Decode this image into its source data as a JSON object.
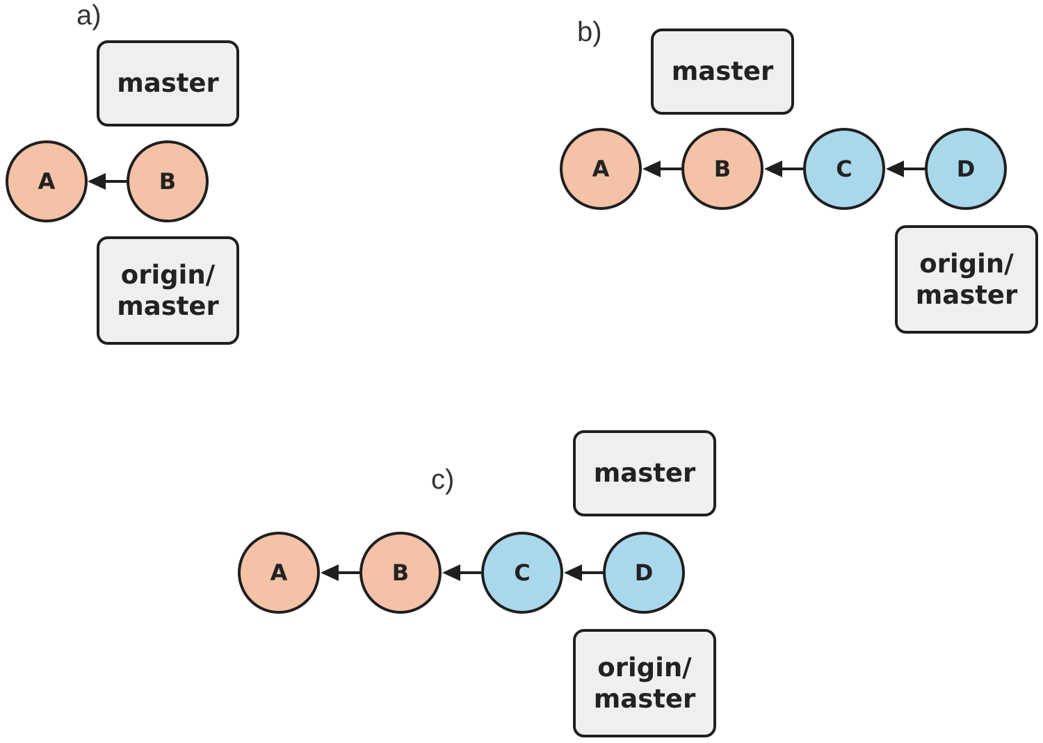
{
  "panels": {
    "a": {
      "label": "a)",
      "master": "master",
      "origin_master": "origin/\nmaster",
      "commits": [
        {
          "id": "A",
          "group": "old"
        },
        {
          "id": "B",
          "group": "old"
        }
      ]
    },
    "b": {
      "label": "b)",
      "master": "master",
      "origin_master": "origin/\nmaster",
      "commits": [
        {
          "id": "A",
          "group": "old"
        },
        {
          "id": "B",
          "group": "old"
        },
        {
          "id": "C",
          "group": "new"
        },
        {
          "id": "D",
          "group": "new"
        }
      ]
    },
    "c": {
      "label": "c)",
      "master": "master",
      "origin_master": "origin/\nmaster",
      "commits": [
        {
          "id": "A",
          "group": "old"
        },
        {
          "id": "B",
          "group": "old"
        },
        {
          "id": "C",
          "group": "new"
        },
        {
          "id": "D",
          "group": "new"
        }
      ]
    }
  },
  "colors": {
    "old_commit": "#f4c2a6",
    "new_commit": "#a9d8ec",
    "ref_box": "#efefef",
    "stroke": "#1f1f1f"
  }
}
